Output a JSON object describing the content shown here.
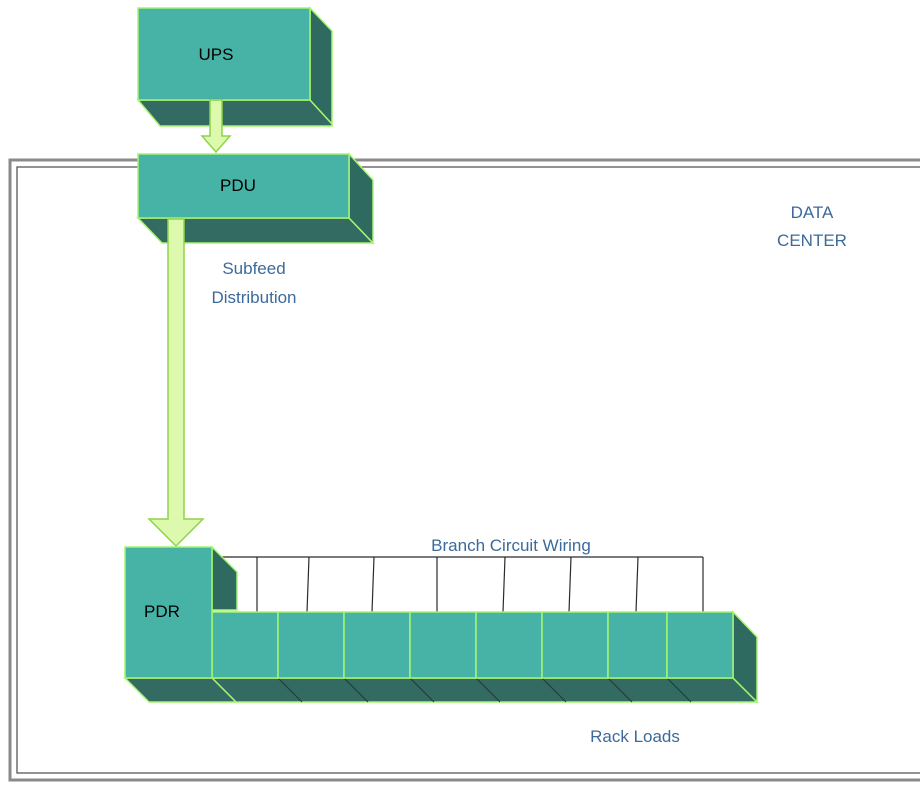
{
  "title": "",
  "components": {
    "ups": "UPS",
    "pdu": "PDU",
    "pdr": "PDR"
  },
  "annotations": {
    "subfeed_line1": "Subfeed",
    "subfeed_line2": "Distribution",
    "data_center_line1": "DATA",
    "data_center_line2": "CENTER",
    "branch_circuit": "Branch Circuit Wiring",
    "rack_loads": "Rack Loads"
  },
  "rack_count": 8,
  "branch_wire_count": 8,
  "colors": {
    "box_front": "#47B3A6",
    "box_dark": "#336B63",
    "box_outline": "#A6F56E",
    "arrow_fill": "#DDF9AE",
    "arrow_stroke": "#8FD44A",
    "room_border": "#7f7f7f",
    "annotation_text": "#3c6a9a"
  },
  "edges": [
    {
      "from": "UPS",
      "to": "PDU"
    },
    {
      "from": "PDU",
      "to": "PDR",
      "label": "Subfeed Distribution"
    },
    {
      "from": "PDR",
      "to": "Rack Loads",
      "label": "Branch Circuit Wiring"
    }
  ]
}
